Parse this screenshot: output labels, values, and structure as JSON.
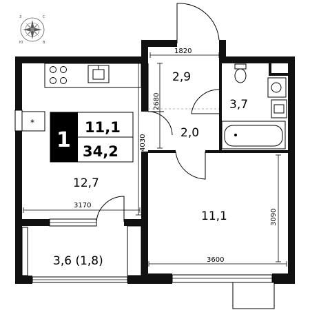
{
  "compass": {
    "letters": [
      "З",
      "С",
      "Ю",
      "В"
    ]
  },
  "badge": {
    "room_count": "1",
    "living_area": "11,1",
    "total_area": "34,2"
  },
  "rooms": {
    "kitchen_area": "12,7",
    "hall_area": "2,9",
    "corridor_area": "2,0",
    "bathroom_area": "3,7",
    "bedroom_area": "11,1",
    "balcony_area": "3,6 (1,8)"
  },
  "dimensions": {
    "hall_width": "1820",
    "hall_depth": "2680",
    "kitchen_depth": "4030",
    "kitchen_width": "3170",
    "bedroom_depth": "3090",
    "bedroom_width": "3600"
  },
  "fixtures": {
    "ventilation_symbol": "*"
  }
}
